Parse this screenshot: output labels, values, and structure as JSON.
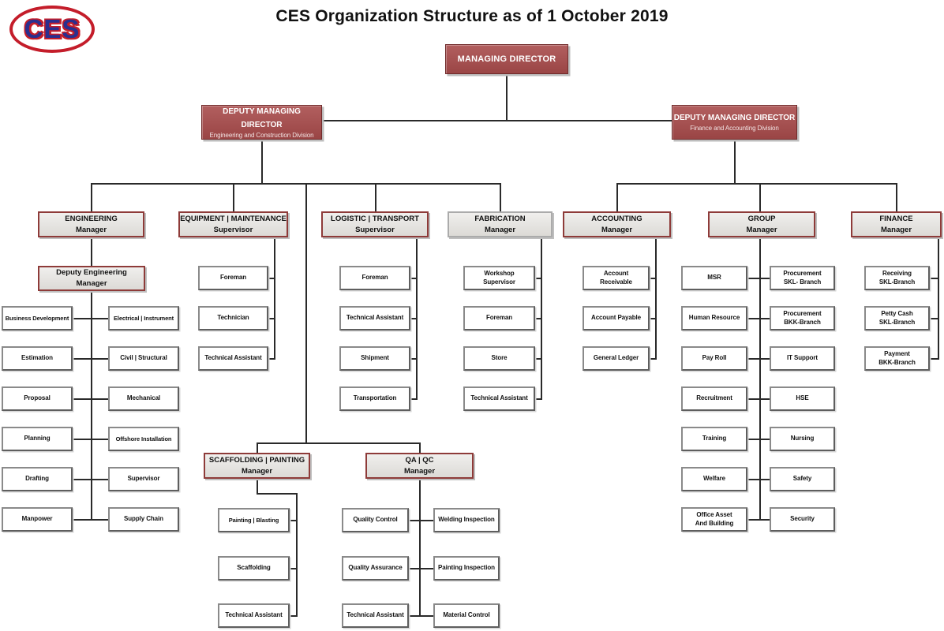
{
  "title": "CES Organization Structure as of 1 October 2019",
  "logo": {
    "text": "CES"
  },
  "org": {
    "managing_director": "MANAGING DIRECTOR",
    "deputies": {
      "engineering": {
        "title": "DEPUTY MANAGING DIRECTOR",
        "division": "Engineering and Construction Division"
      },
      "finance": {
        "title": "DEPUTY MANAGING DIRECTOR",
        "division": "Finance and Accounting Division"
      }
    },
    "departments": {
      "engineering": {
        "line1": "ENGINEERING",
        "line2": "Manager"
      },
      "equipment_maintenance": {
        "line1": "EQUIPMENT | MAINTENANCE",
        "line2": "Supervisor"
      },
      "logistic_transport": {
        "line1": "LOGISTIC | TRANSPORT",
        "line2": "Supervisor"
      },
      "fabrication": {
        "line1": "FABRICATION",
        "line2": "Manager"
      },
      "accounting": {
        "line1": "ACCOUNTING",
        "line2": "Manager"
      },
      "group": {
        "line1": "GROUP",
        "line2": "Manager"
      },
      "finance": {
        "line1": "FINANCE",
        "line2": "Manager"
      },
      "scaffolding_painting": {
        "line1": "SCAFFOLDING | PAINTING",
        "line2": "Manager"
      },
      "qa_qc": {
        "line1": "QA | QC",
        "line2": "Manager"
      }
    },
    "deputy_engineering_manager": {
      "line1": "Deputy Engineering",
      "line2": "Manager"
    },
    "engineering": {
      "left": [
        "Business Development",
        "Estimation",
        "Proposal",
        "Planning",
        "Drafting",
        "Manpower"
      ],
      "right": [
        "Electrical | Instrument",
        "Civil | Structural",
        "Mechanical",
        "Offshore Installation",
        "Supervisor",
        "Supply Chain"
      ]
    },
    "equipment_maintenance": [
      "Foreman",
      "Technician",
      "Technical Assistant"
    ],
    "logistic_transport": [
      "Foreman",
      "Technical Assistant",
      "Shipment",
      "Transportation"
    ],
    "fabrication": [
      "Workshop\nSupervisor",
      "Foreman",
      "Store",
      "Technical Assistant"
    ],
    "accounting": [
      "Account\nReceivable",
      "Account Payable",
      "General Ledger"
    ],
    "group": {
      "left": [
        "MSR",
        "Human Resource",
        "Pay Roll",
        "Recruitment",
        "Training",
        "Welfare",
        "Office Asset\nAnd Building"
      ],
      "right": [
        "Procurement\nSKL- Branch",
        "Procurement\nBKK-Branch",
        "IT Support",
        "HSE",
        "Nursing",
        "Safety",
        "Security"
      ]
    },
    "finance": [
      "Receiving\nSKL-Branch",
      "Petty Cash\nSKL-Branch",
      "Payment\nBKK-Branch"
    ],
    "scaffolding_painting": [
      "Painting | Blasting",
      "Scaffolding",
      "Technical Assistant"
    ],
    "qa_qc": {
      "left": [
        "Quality Control",
        "Quality Assurance",
        "Technical Assistant"
      ],
      "right": [
        "Welding Inspection",
        "Painting Inspection",
        "Material Control"
      ]
    }
  },
  "colors": {
    "maroon_fill": "#A24D4D",
    "maroon_border": "#702B2B",
    "manager_fill": "#E8E6E3",
    "manager_border": "#8E3B39",
    "fabrication_border": "#ABABAB",
    "sub_border": "#8A8A8A",
    "connector": "#2A2A2A",
    "logo_blue": "#2A2F8F",
    "logo_red": "#C41D2A"
  }
}
